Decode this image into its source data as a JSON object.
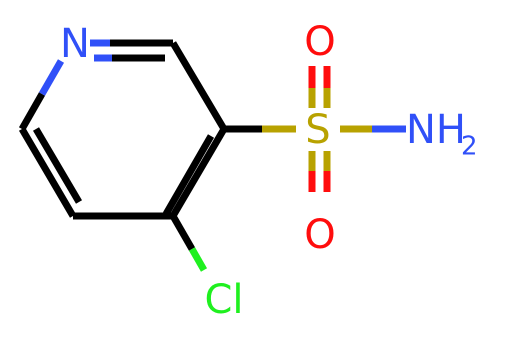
{
  "molecule": {
    "atoms": {
      "n_ring": {
        "label": "N",
        "color": "#3050F8"
      },
      "s": {
        "label": "S",
        "color": "#B8A200"
      },
      "o_top": {
        "label": "O",
        "color": "#FF0D0D"
      },
      "o_bottom": {
        "label": "O",
        "color": "#FF0D0D"
      },
      "nh2": {
        "label": "NH",
        "subscript": "2",
        "color": "#3050F8"
      },
      "cl": {
        "label": "Cl",
        "color": "#1FF01F"
      }
    },
    "bond_color": "#000000"
  }
}
